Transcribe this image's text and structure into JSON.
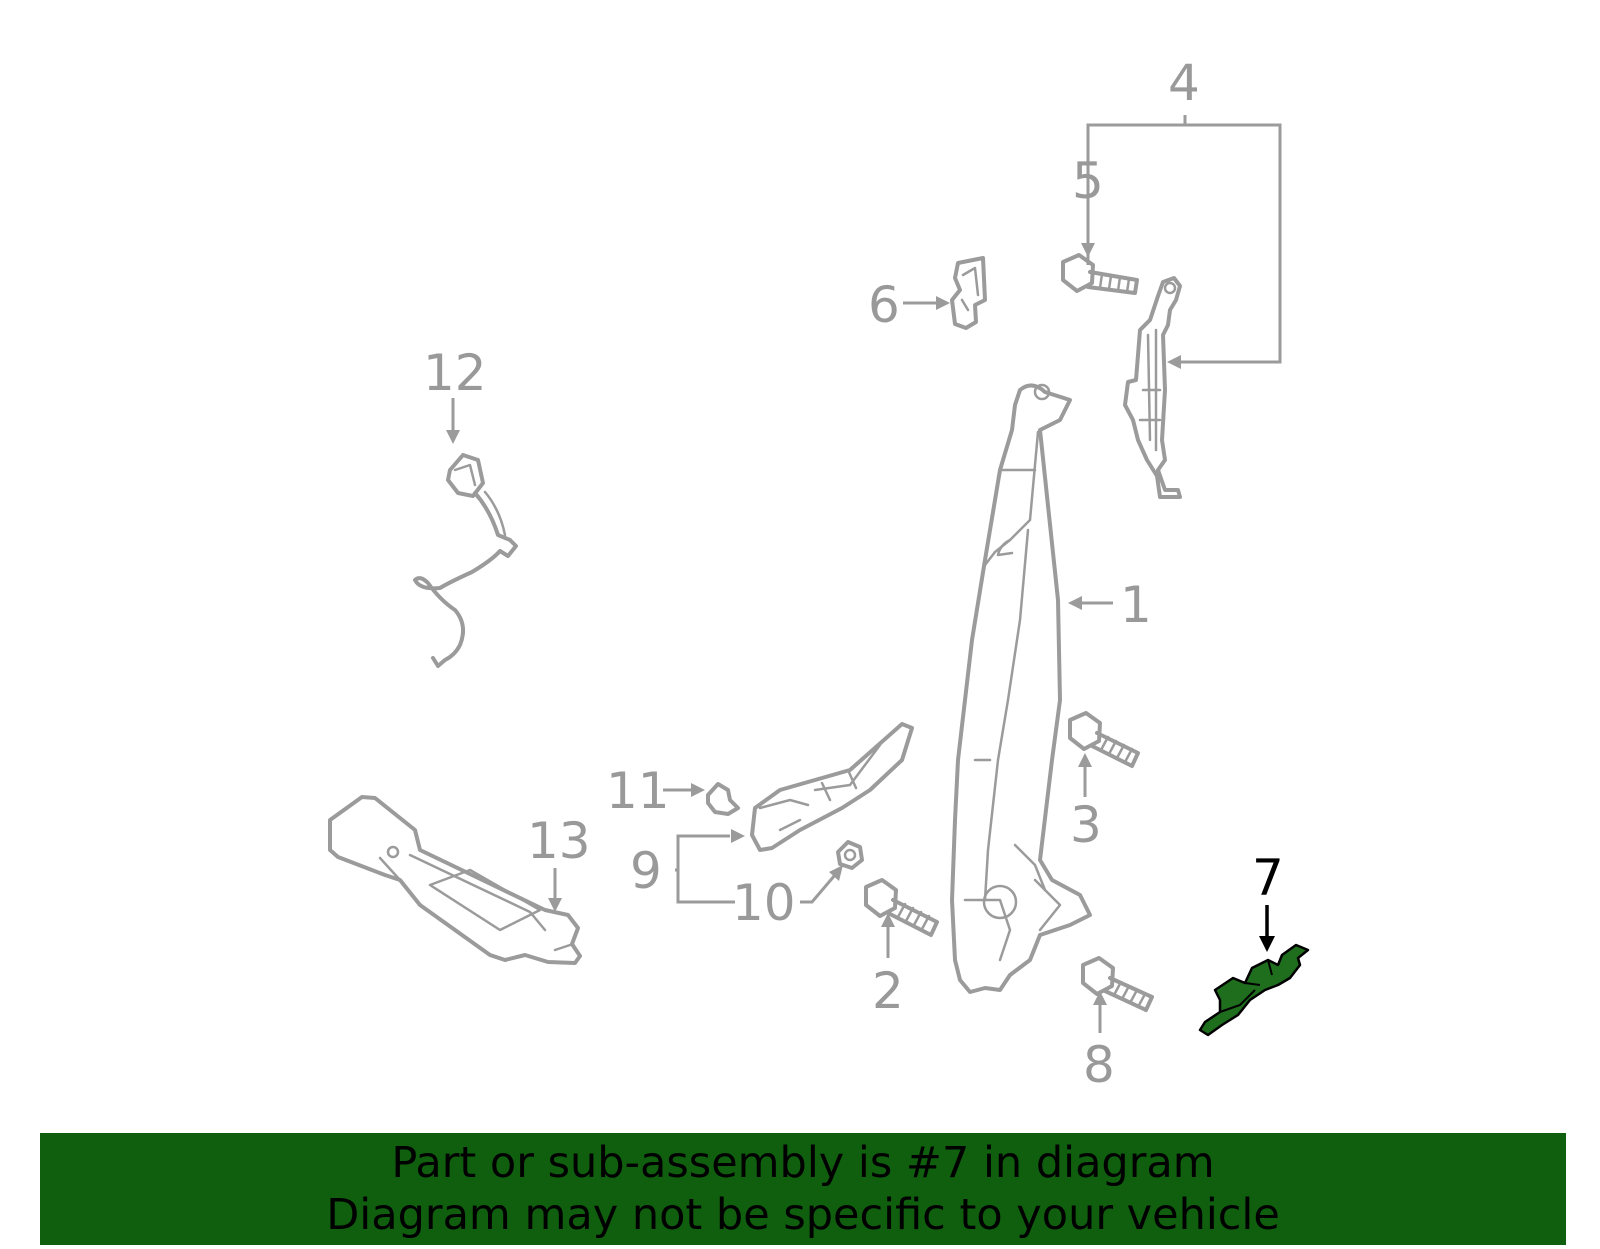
{
  "callouts": {
    "c1": "1",
    "c2": "2",
    "c3": "3",
    "c4": "4",
    "c5": "5",
    "c6": "6",
    "c7": "7",
    "c8": "8",
    "c9": "9",
    "c10": "10",
    "c11": "11",
    "c12": "12",
    "c13": "13"
  },
  "highlight": {
    "callout": "7",
    "color": "#1e6e1e"
  },
  "banner": {
    "line1": "Part or sub-assembly is #7 in diagram",
    "line2": "Diagram may not be specific to your vehicle",
    "color": "#0f5f0f"
  }
}
